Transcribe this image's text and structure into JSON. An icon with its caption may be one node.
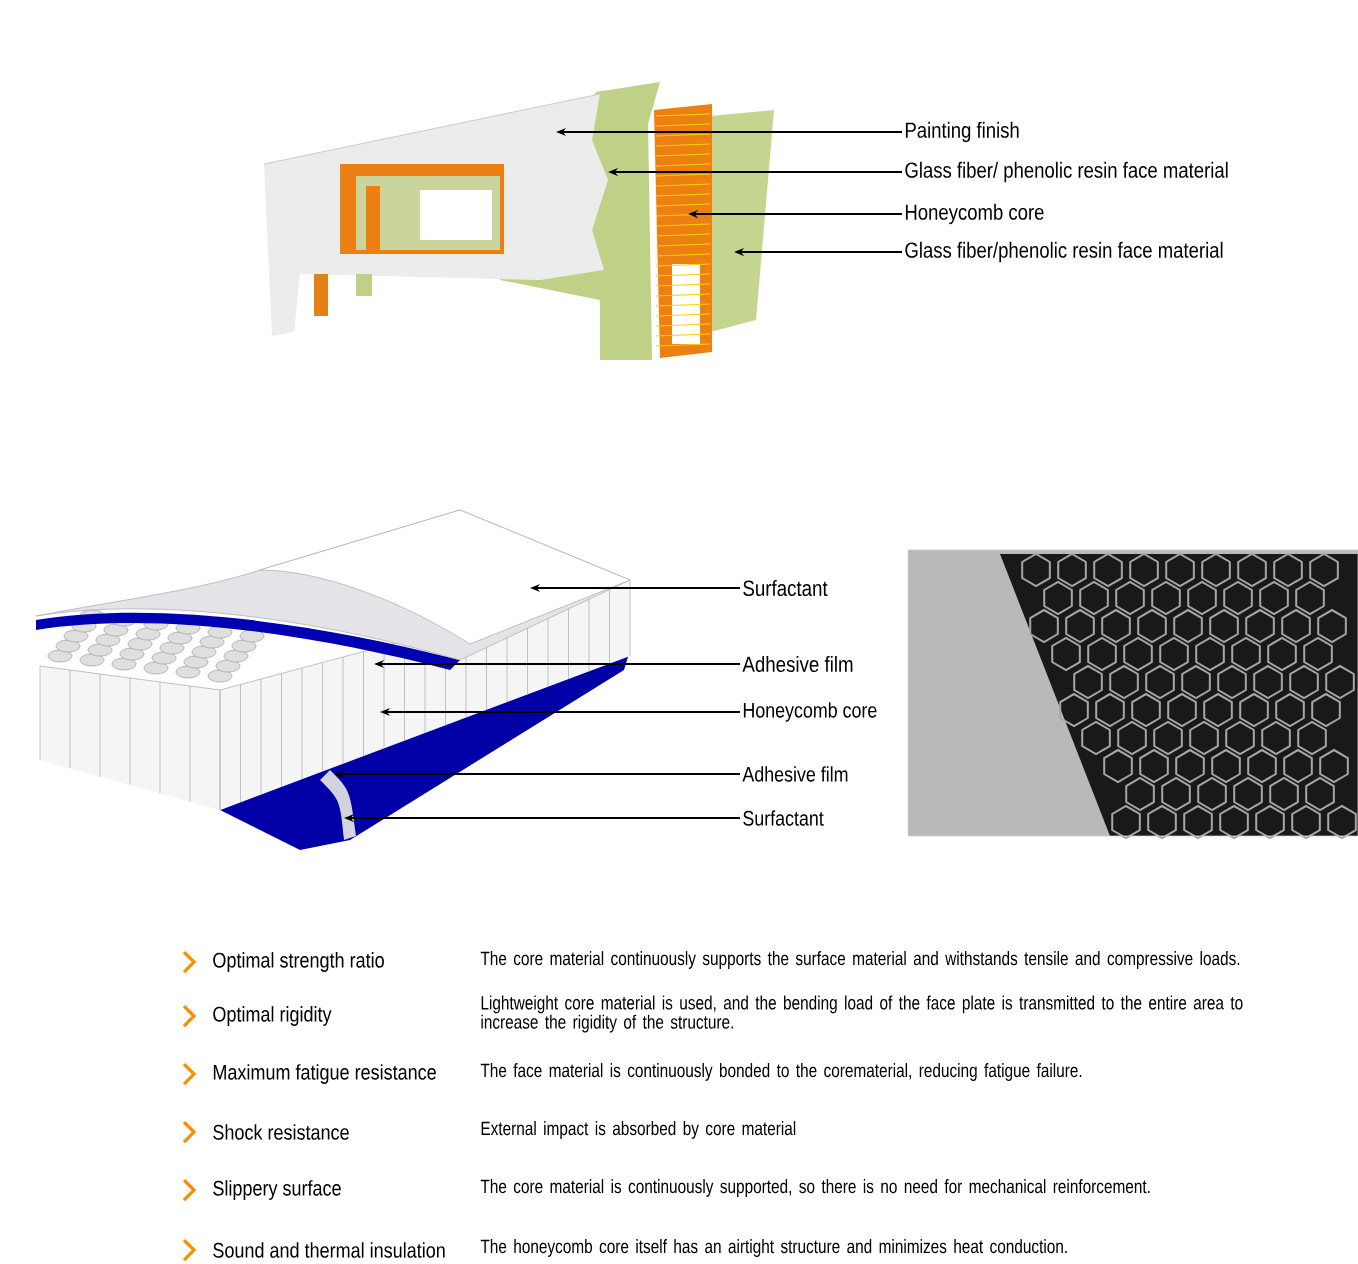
{
  "diagram": {
    "nodes": [
      {
        "text": [
          "Painting finish"
        ]
      },
      {
        "text": [
          "Glass fiber/ phenolic resin face material"
        ]
      },
      {
        "text": [
          "Honeycomb core"
        ]
      },
      {
        "text": [
          "Glass fiber/phenolic resin face material"
        ]
      },
      {
        "text": [
          "Surfactant"
        ]
      },
      {
        "text": [
          "Adhesive film"
        ]
      },
      {
        "text": [
          "Honeycomb core"
        ]
      },
      {
        "text": [
          "Adhesive film"
        ]
      },
      {
        "text": [
          "Surfactant"
        ]
      }
    ],
    "edges": [
      {
        "from": 0,
        "to": null,
        "arrow": "to"
      },
      {
        "from": 1,
        "to": null,
        "arrow": "to"
      },
      {
        "from": 2,
        "to": null,
        "arrow": "to"
      },
      {
        "from": 3,
        "to": null,
        "arrow": "to"
      },
      {
        "from": 4,
        "to": null,
        "arrow": "to"
      },
      {
        "from": 5,
        "to": null,
        "arrow": "to"
      },
      {
        "from": 6,
        "to": null,
        "arrow": "to"
      },
      {
        "from": 7,
        "to": null,
        "arrow": "to"
      },
      {
        "from": 8,
        "to": null,
        "arrow": "to"
      }
    ],
    "labels": [
      "Optimal strength ratio",
      "The core material continuously supports the surface material and withstands tensile and compressive loads.",
      "Optimal rigidity",
      "Lightweight core material is used, and the bending load of the face plate is transmitted to the entire area to increase the rigidity of the structure.",
      "Maximum fatigue resistance",
      "The face material is continuously bonded to the corematerial, reducing fatigue failure.",
      "Shock resistance",
      "External impact is absorbed by core material",
      "Slippery surface",
      "The core material is continuously supported, so there is no need for mechanical reinforcement.",
      "Sound and thermal insulation",
      "The honeycomb core itself has an airtight structure and minimizes heat conduction."
    ]
  }
}
